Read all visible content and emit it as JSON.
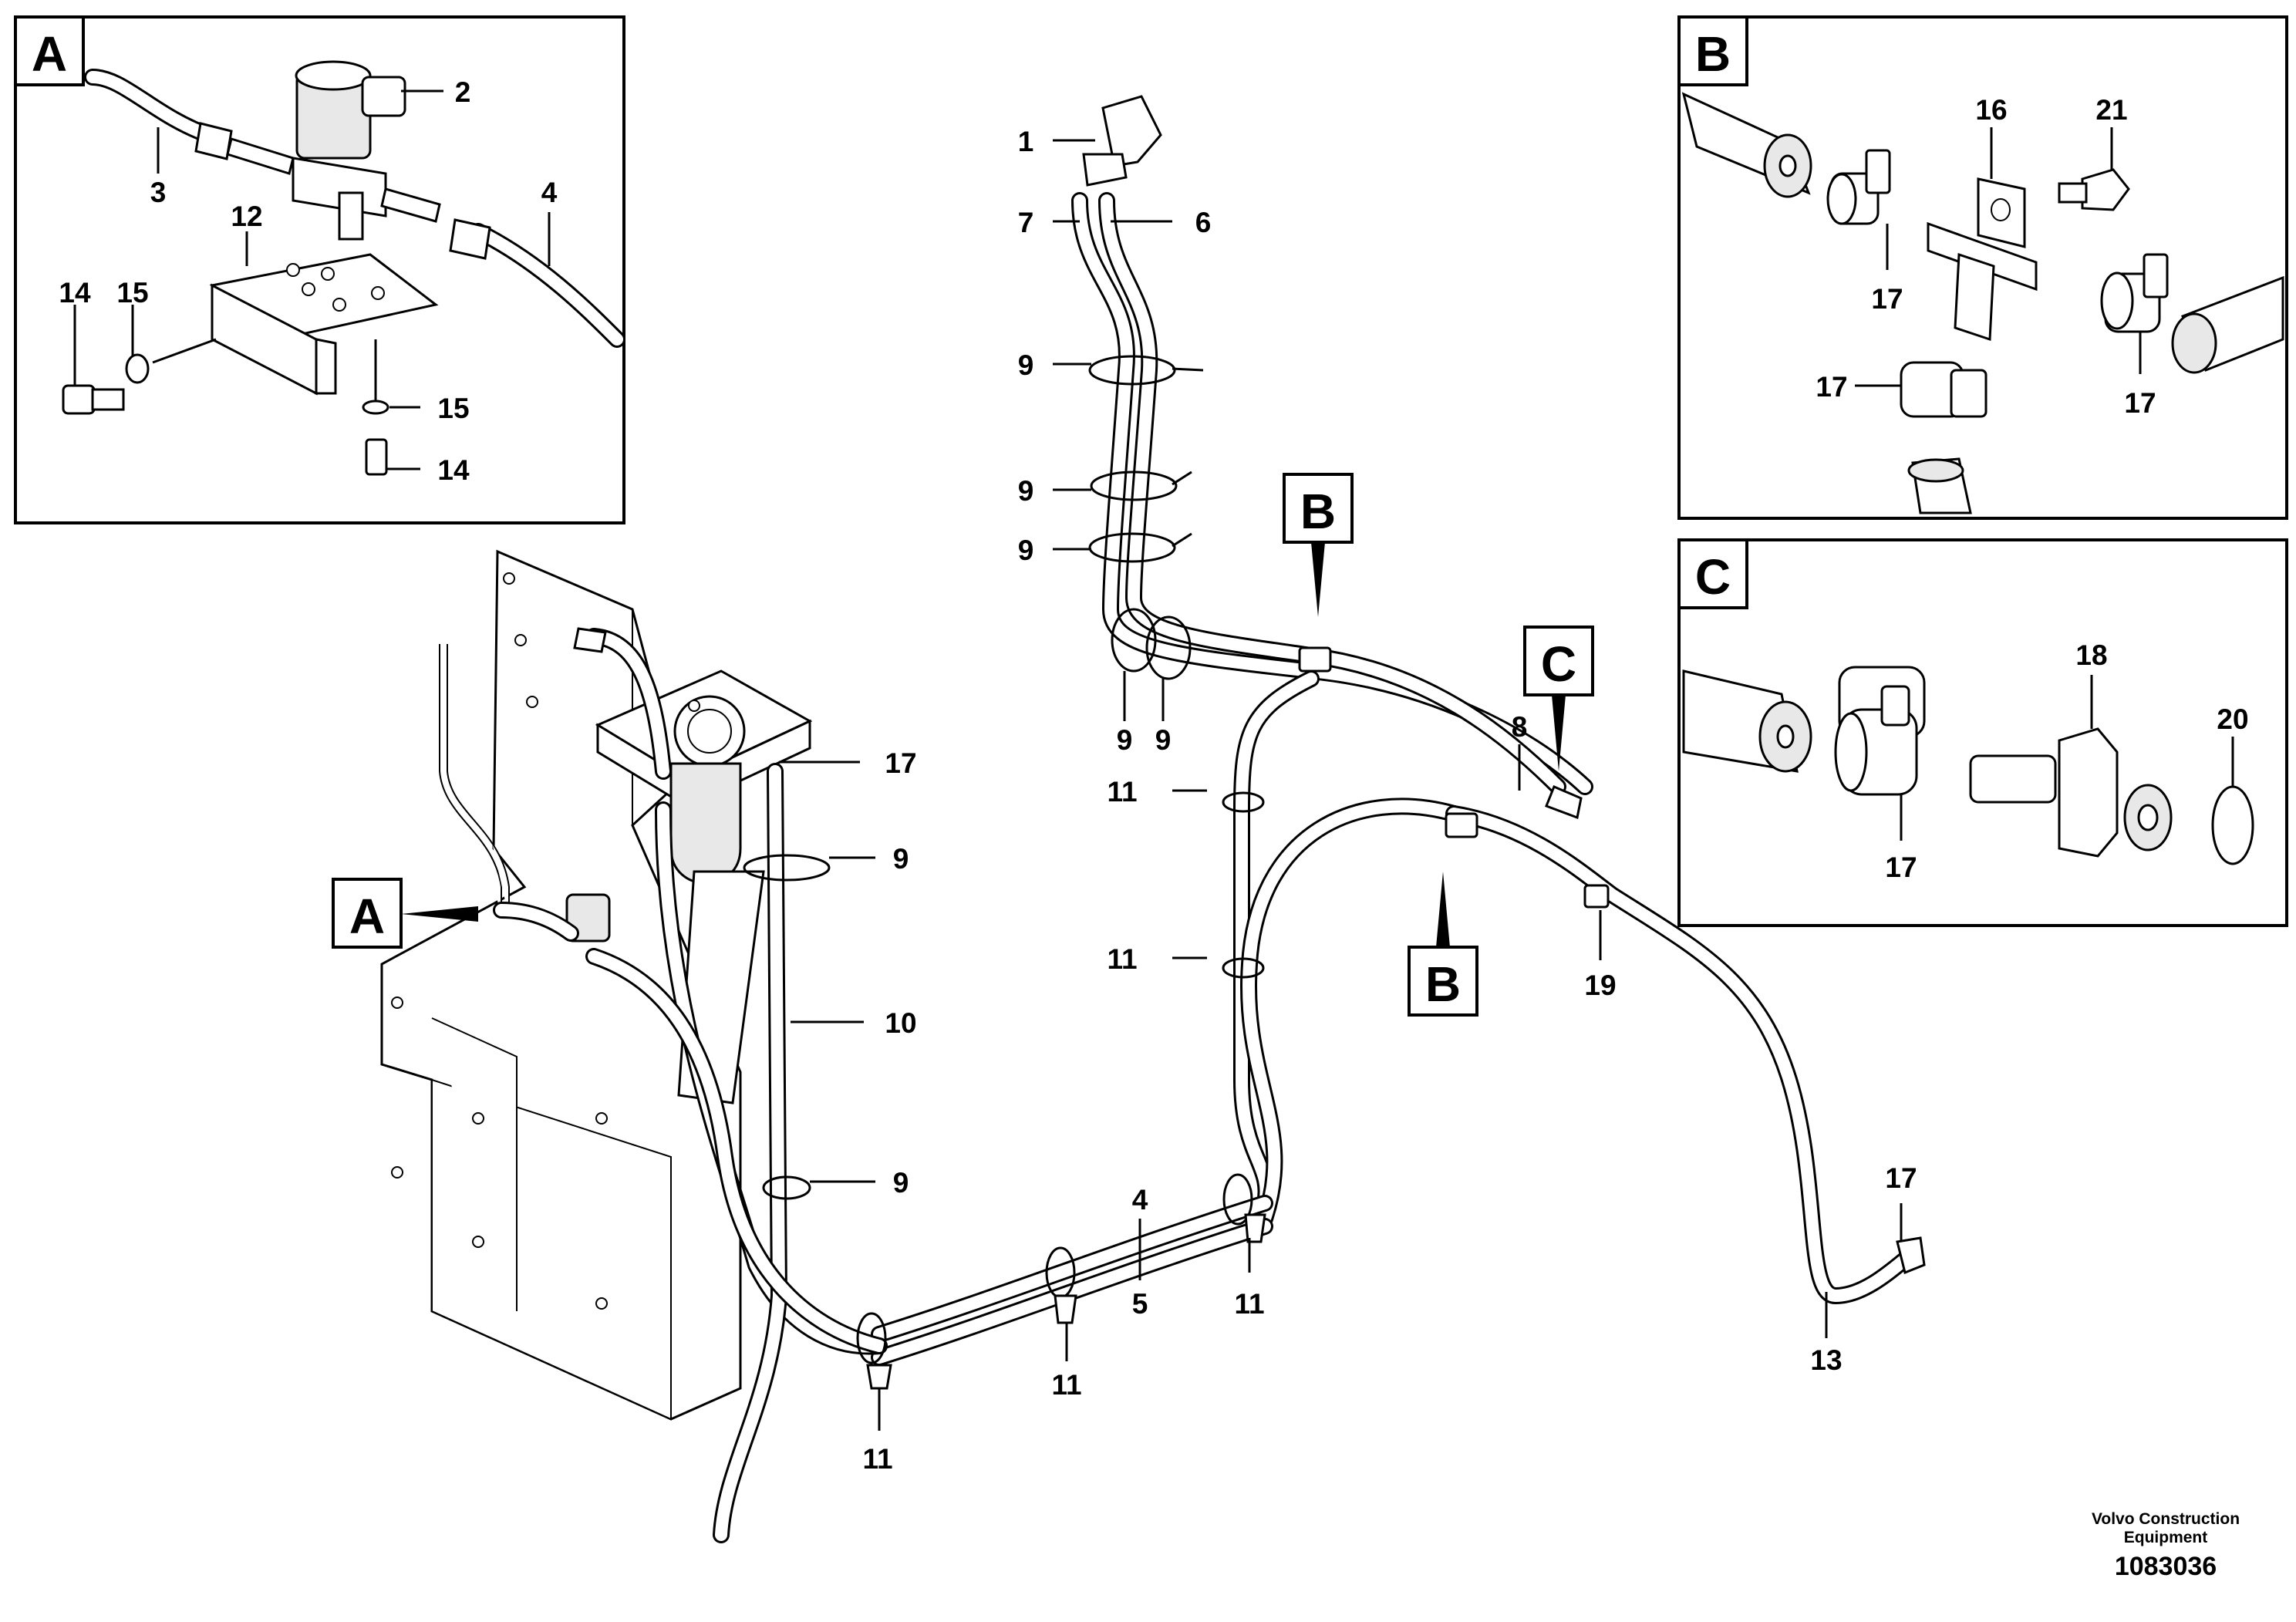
{
  "detail_boxes": {
    "A": "A",
    "B": "B",
    "C": "C"
  },
  "callouts": {
    "main_A": "A",
    "main_B_top": "B",
    "main_B_bottom": "B",
    "main_C": "C"
  },
  "labels": {
    "a_2": "2",
    "a_3": "3",
    "a_4": "4",
    "a_12": "12",
    "a_14_left": "14",
    "a_15_left": "15",
    "a_15_right": "15",
    "a_14_right": "14",
    "b_16": "16",
    "b_21": "21",
    "b_17_top": "17",
    "b_17_left": "17",
    "b_17_right": "17",
    "c_18": "18",
    "c_20": "20",
    "c_17": "17",
    "m_1": "1",
    "m_7": "7",
    "m_6": "6",
    "m_9_a": "9",
    "m_9_b": "9",
    "m_9_c": "9",
    "m_9_d": "9",
    "m_9_e": "9",
    "m_17_a": "17",
    "m_9_f": "9",
    "m_10": "10",
    "m_9_g": "9",
    "m_8": "8",
    "m_11_a": "11",
    "m_11_b": "11",
    "m_19": "19",
    "m_4": "4",
    "m_5": "5",
    "m_11_c": "11",
    "m_11_d": "11",
    "m_11_e": "11",
    "m_17_b": "17",
    "m_13": "13"
  },
  "footer": {
    "brand_line1": "Volvo Construction",
    "brand_line2": "Equipment",
    "doc_id": "1083036"
  }
}
